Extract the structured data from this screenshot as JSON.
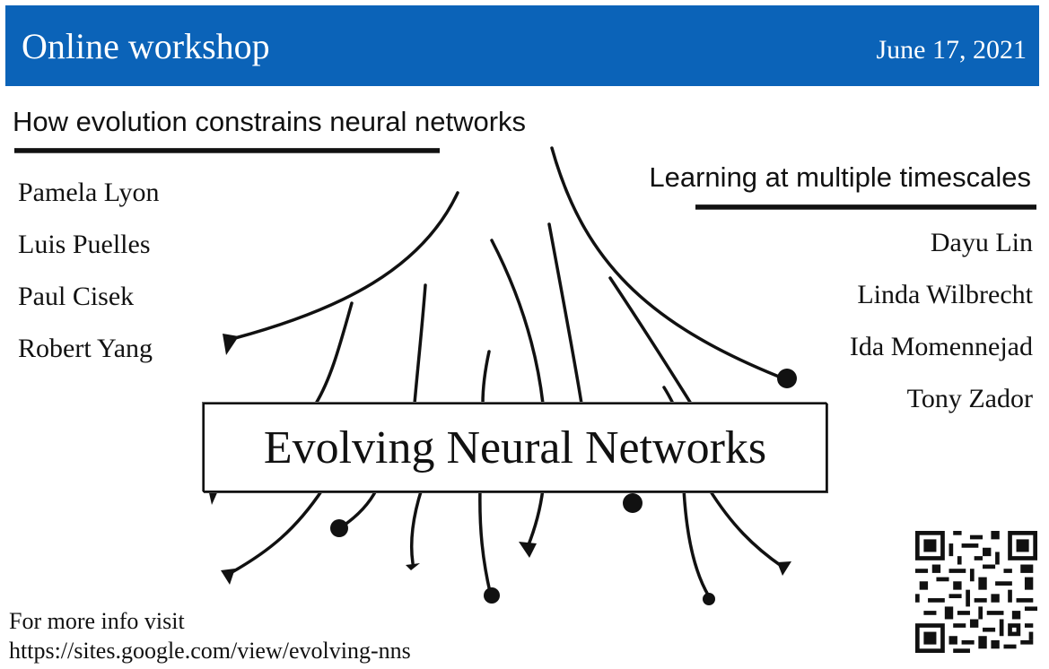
{
  "banner": {
    "title": "Online workshop",
    "date": "June 17, 2021",
    "color": "#0b63b8"
  },
  "left_track": {
    "heading": "How evolution constrains neural networks",
    "speakers": [
      "Pamela Lyon",
      "Luis Puelles",
      "Paul Cisek",
      "Robert Yang"
    ]
  },
  "right_track": {
    "heading": "Learning at multiple timescales",
    "speakers": [
      "Dayu Lin",
      "Linda Wilbrecht",
      "Ida Momennejad",
      "Tony Zador"
    ]
  },
  "title": "Evolving Neural Networks",
  "info": {
    "line1": "For more info visit",
    "url": "https://sites.google.com/view/evolving-nns"
  },
  "icons": {
    "qr": "qr-code-icon",
    "graphic": "neural-network-branches-illustration"
  }
}
